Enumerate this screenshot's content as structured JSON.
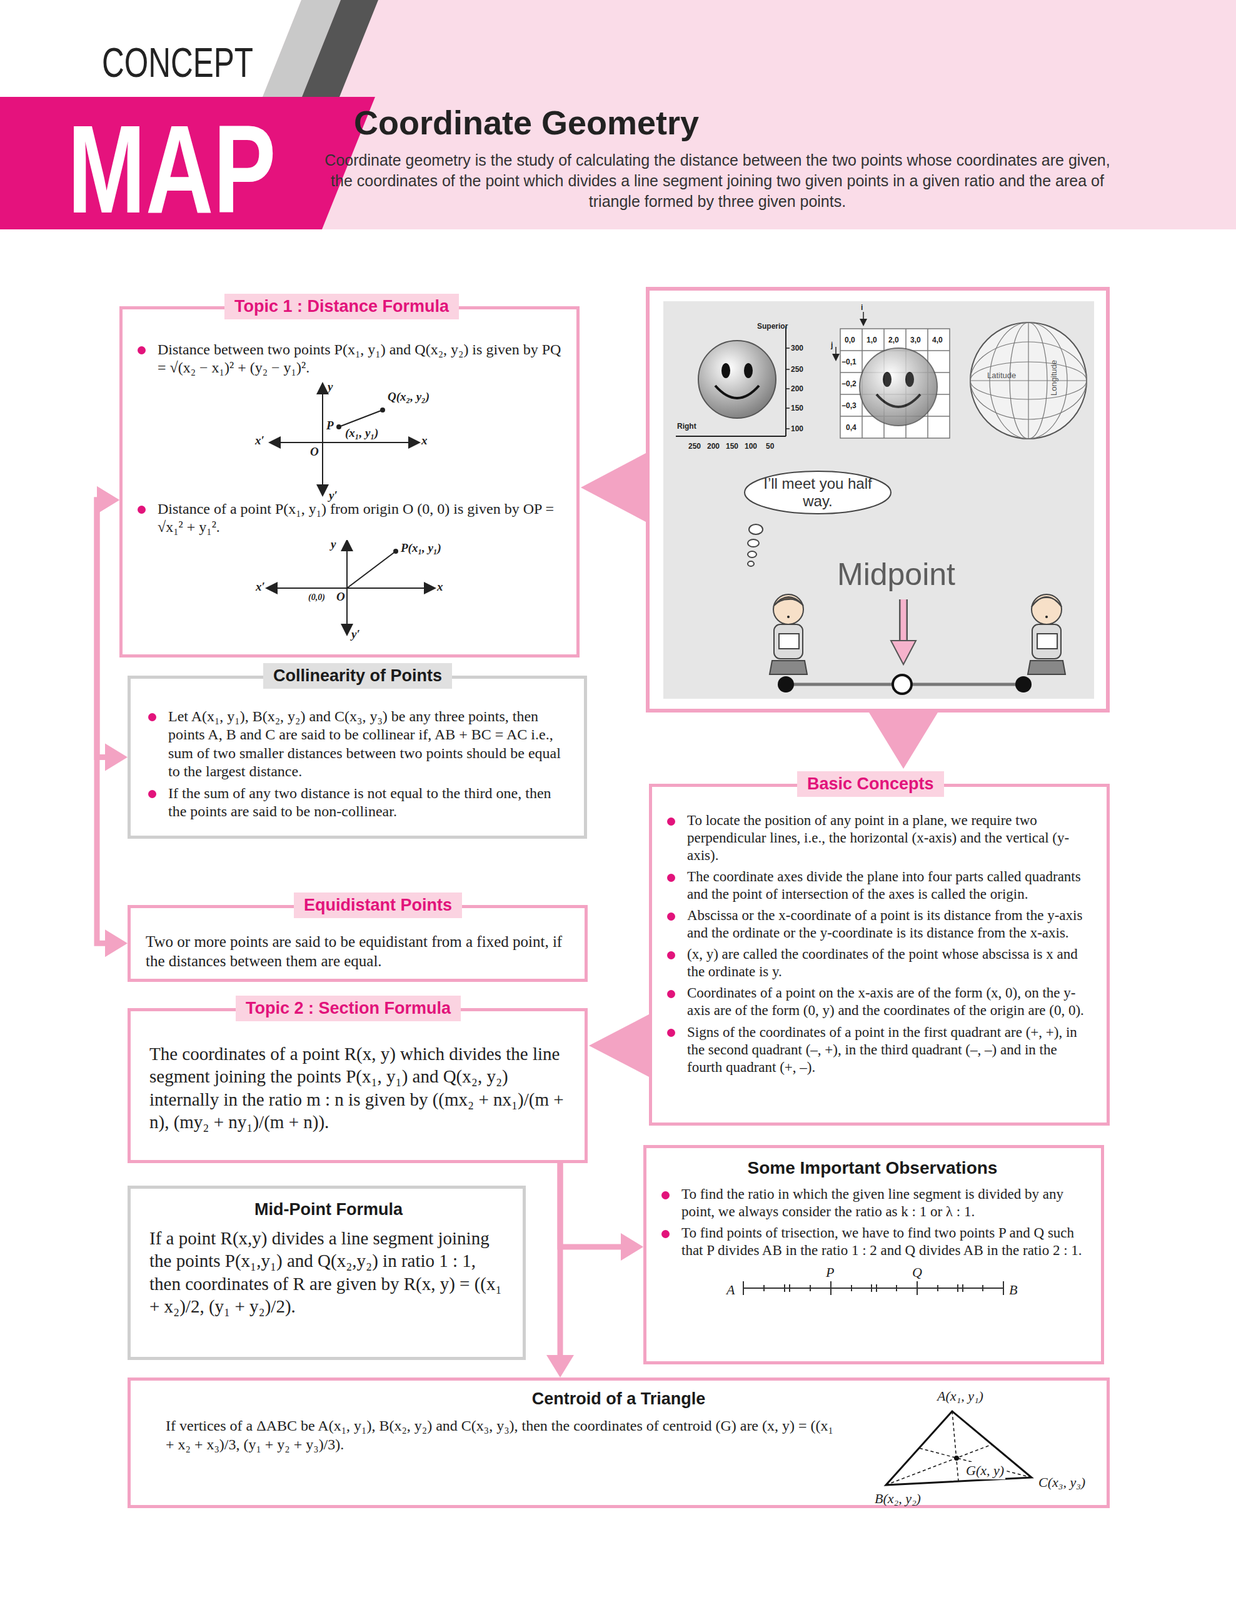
{
  "diagram": {
    "title": "Coordinate Geometry",
    "caption": "Coordinate geometry is the study of calculating the distance between the two points whose coordinates are given, the coordinates of the point which divides a line segment joining two given points in a given ratio and the area of triangle formed by three given points.",
    "nodes": [
      {
        "text": [
          "Topic 1 : Distance Formula",
          "Distance between two points P(x₁, y₁) and Q(x₂, y₂) is given by PQ = √(x₂ − x₁)² + (y₂ − y₁)².",
          "Distance of a point P(x₁, y₁) from origin O (0, 0) is given by OP = √x₁² + y₁²."
        ]
      },
      {
        "text": [
          "Midpoint"
        ]
      },
      {
        "text": [
          "I’ll meet you half way."
        ],
        "in": 1
      },
      {
        "text": [
          "Collinearity of Points",
          "Let A(x₁, y₁), B(x₂, y₂) and C(x₃, y₃) be any three points, then points A, B and C are said to be collinear if, AB + BC = AC i.e., sum of two smaller distances between two points should be equal to the largest distance.",
          "If the sum of any two distance is not equal to the third one, then the points are said to be non-collinear."
        ]
      },
      {
        "text": [
          "Equidistant Points",
          "Two or more points are said to be equidistant from a fixed point, if the distances between them are equal."
        ]
      },
      {
        "text": [
          "Basic Concepts",
          "To locate the position of any point in a plane, we require two perpendicular lines, i.e., the horizontal (x-axis) and the vertical (y-axis).",
          "The coordinate axes divide the plane into four parts called quadrants and the point of intersection of the axes is called the origin.",
          "Abscissa or the x-coordinate of a point is its distance from the y-axis and the ordinate or the y-coordinate is its distance from the x-axis.",
          "(x, y) are called the coordinates of the point whose abscissa is x and the ordinate is y.",
          "Coordinates of a point on the x-axis are of the form (x, 0), on the y-axis are of the form (0, y) and the coordinates of the origin are (0, 0).",
          "Signs of the coordinates of a point in the first quadrant are (+, +), in the second quadrant (–, +), in the third quadrant (–, –) and in the fourth quadrant (+, –)."
        ]
      },
      {
        "text": [
          "Topic 2 : Section Formula",
          "The coordinates of a point R(x, y) which divides the line segment joining the points P(x₁, y₁) and Q(x₂, y₂) internally in the ratio m : n is given by ((mx₂ + nx₁)/(m + n), (my₂ + ny₁)/(m + n))."
        ]
      },
      {
        "text": [
          "Mid-Point Formula",
          "If a point R(x,y) divides a line segment joining the points P(x₁,y₁) and Q(x₂,y₂) in ratio 1 : 1, then coordinates of R are given by R(x, y) = ((x₁ + x₂)/2, (y₁ + y₂)/2)."
        ]
      },
      {
        "text": [
          "Some Important Observations",
          "To find the ratio in which the given line segment is divided by any point, we always consider the ratio as k : 1 or λ : 1.",
          "To find points of trisection, we have to find two points P and Q such that P divides AB in the ratio 1 : 2 and Q divides AB in the ratio 2 : 1."
        ]
      },
      {
        "text": [
          "Centroid of a Triangle",
          "If vertices of a ΔABC be A(x₁, y₁), B(x₂, y₂) and C(x₃, y₃), then the coordinates of centroid (G) are (x, y) = ((x₁ + x₂ + x₃)/3, (y₁ + y₂ + y₃)/3)."
        ]
      }
    ],
    "edges": [
      {
        "from": 1,
        "to": 0,
        "arrow": "to"
      },
      {
        "from": 1,
        "to": 5,
        "arrow": "to"
      },
      {
        "from": 0,
        "to": 3,
        "arrow": "both"
      },
      {
        "from": 0,
        "to": 4,
        "arrow": "both"
      },
      {
        "from": 5,
        "to": 6,
        "arrow": "to"
      },
      {
        "from": 6,
        "to": 8,
        "arrow": "to"
      },
      {
        "from": 6,
        "to": 9,
        "arrow": "to"
      }
    ],
    "labels": [
      "CONCEPT",
      "MAP",
      "y",
      "Q(x₂, y₂)",
      "P",
      "(x₁, y₁)",
      "x′",
      "O",
      "x",
      "y′",
      "y",
      "P(x₁, y₁)",
      "x′",
      "(0,0)",
      "O",
      "x",
      "y′",
      "Superior",
      "300",
      "250",
      "200",
      "150",
      "100",
      "Right",
      "250",
      "200",
      "150",
      "100",
      "50",
      "i",
      "j",
      "0,0",
      "1,0",
      "2,0",
      "3,0",
      "4,0",
      "−0,1",
      "−0,2",
      "−0,3",
      "0,4",
      "Latitude",
      "Longitude",
      "A",
      "P",
      "Q",
      "B",
      "A(x₁, y₁)",
      "G(x, y)",
      "B(x₂, y₂)",
      "C(x₃, y₃)"
    ]
  }
}
